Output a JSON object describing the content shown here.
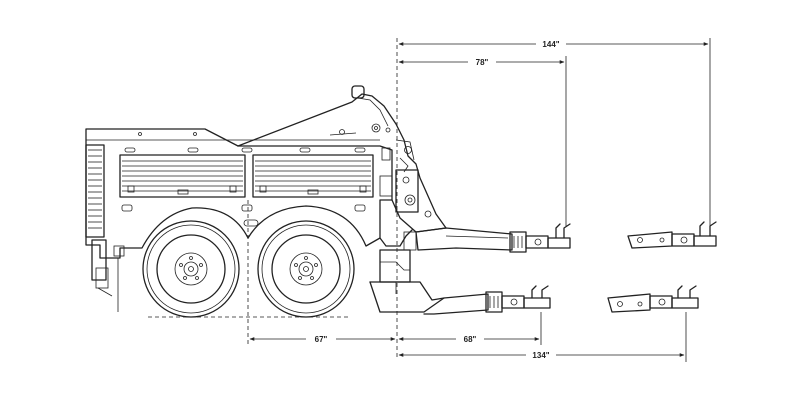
{
  "dimensions": {
    "top_outer": "144\"",
    "top_inner": "78\"",
    "bottom_wheelbase": "67\"",
    "bottom_inner": "68\"",
    "bottom_outer": "134\""
  }
}
